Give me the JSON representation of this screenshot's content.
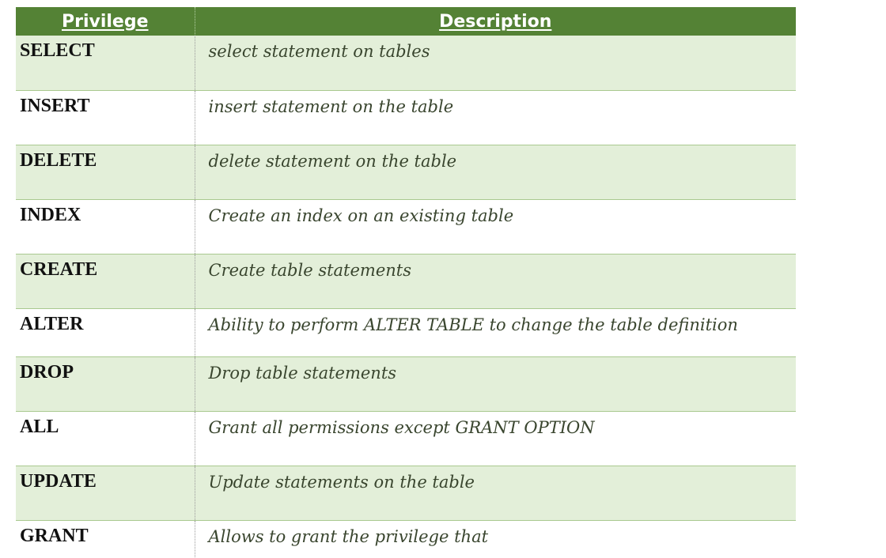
{
  "table": {
    "headers": {
      "privilege": "Privilege",
      "description": "Description"
    },
    "rows": [
      {
        "privilege": "SELECT",
        "description": "select statement on tables"
      },
      {
        "privilege": "INSERT",
        "description": "insert statement on the table"
      },
      {
        "privilege": "DELETE",
        "description": "delete statement on the table"
      },
      {
        "privilege": "INDEX",
        "description": "Create an index on an existing table"
      },
      {
        "privilege": "CREATE",
        "description": "Create table statements"
      },
      {
        "privilege": "ALTER",
        "description": "Ability to perform ALTER TABLE to change the table definition"
      },
      {
        "privilege": "DROP",
        "description": "Drop table statements"
      },
      {
        "privilege": "ALL",
        "description": "Grant all permissions except GRANT OPTION"
      },
      {
        "privilege": "UPDATE",
        "description": "Update statements on the table"
      },
      {
        "privilege": "GRANT",
        "description": "Allows to grant the privilege that"
      }
    ]
  },
  "colors": {
    "header_bg": "#548235",
    "header_text": "#ffffff",
    "shaded_row_bg": "#e3efd9",
    "plain_row_bg": "#ffffff",
    "description_text": "#39452e"
  }
}
